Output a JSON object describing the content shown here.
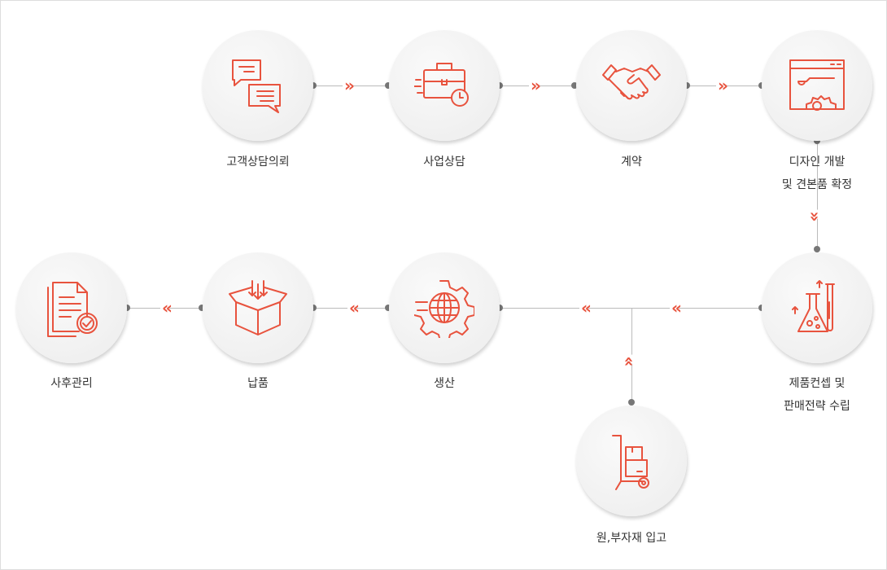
{
  "accent": "#e8533e",
  "steps": [
    {
      "label": "고객상담의뢰",
      "icon": "chat-bubbles-icon"
    },
    {
      "label": "사업상담",
      "icon": "briefcase-clock-icon"
    },
    {
      "label": "계약",
      "icon": "handshake-icon"
    },
    {
      "label1": "디자인 개발",
      "label2": "및 견본품 확정",
      "icon": "browser-wrench-gear-icon"
    },
    {
      "label1": "제품컨셉 및",
      "label2": "판매전략 수립",
      "icon": "lab-flask-icon"
    },
    {
      "label": "원,부자재 입고",
      "icon": "hand-truck-icon"
    },
    {
      "label": "생산",
      "icon": "gear-globe-icon"
    },
    {
      "label": "납품",
      "icon": "box-delivery-icon"
    },
    {
      "label": "사후관리",
      "icon": "document-check-icon"
    }
  ],
  "arrows": {
    "right": "»",
    "left": "«",
    "down": "»",
    "up": "«"
  }
}
